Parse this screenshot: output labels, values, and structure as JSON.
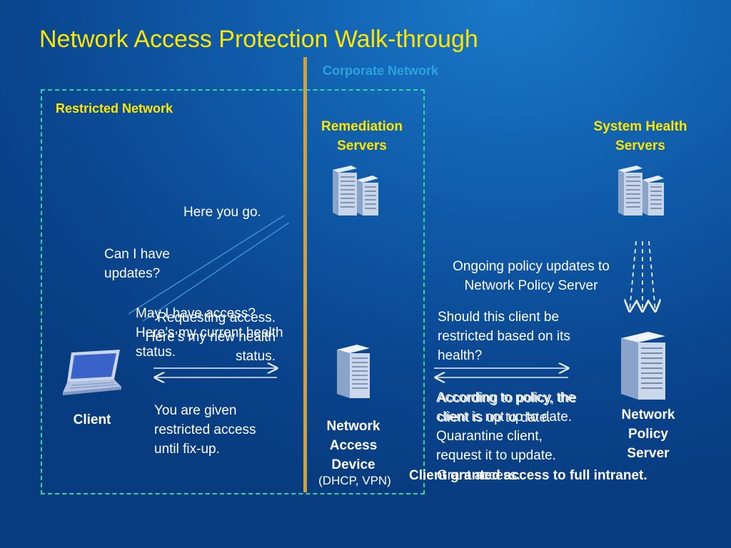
{
  "slide": {
    "title": "Network Access Protection Walk-through",
    "corporate_network_label": "Corporate Network",
    "restricted_network_label": "Restricted Network"
  },
  "nodes": {
    "remediation_servers": "Remediation Servers",
    "system_health_servers": "System Health Servers",
    "client": "Client",
    "network_access_device": "Network Access Device",
    "network_access_device_note": "(DHCP, VPN)",
    "network_policy_server": "Network Policy Server"
  },
  "messages": {
    "here_you_go": "Here you go.",
    "can_i_have_updates": "Can I have updates?",
    "may_i_have_access": "May I have access? Here’s my current health status.",
    "requesting_access": "Requesting access. Here’s my new health status.",
    "restricted_access": "You are given restricted access until fix-up.",
    "ongoing_policy_updates": "Ongoing policy updates to Network Policy Server",
    "should_client_be_restricted": "Should this client be restricted based on its health?",
    "according_to_policy_quarantine": "According to policy, the client is not up to date.  Quarantine client, request it to update.",
    "according_to_policy_up_to_date": "According to policy, the client is up to date.",
    "grant_access": "Grant access.",
    "client_granted": "Client granted access to full intranet."
  },
  "colors": {
    "title": "#ffe600",
    "corporate_label": "#2aa4e0",
    "restricted_border": "#2fd6a0",
    "divider": "#c9a14a",
    "background": "#0f5aa8"
  },
  "icons": {
    "client": "laptop-icon",
    "remediation": "server-rack-icon",
    "system_health": "server-rack-icon",
    "access_device": "server-icon",
    "policy_server": "server-icon"
  }
}
